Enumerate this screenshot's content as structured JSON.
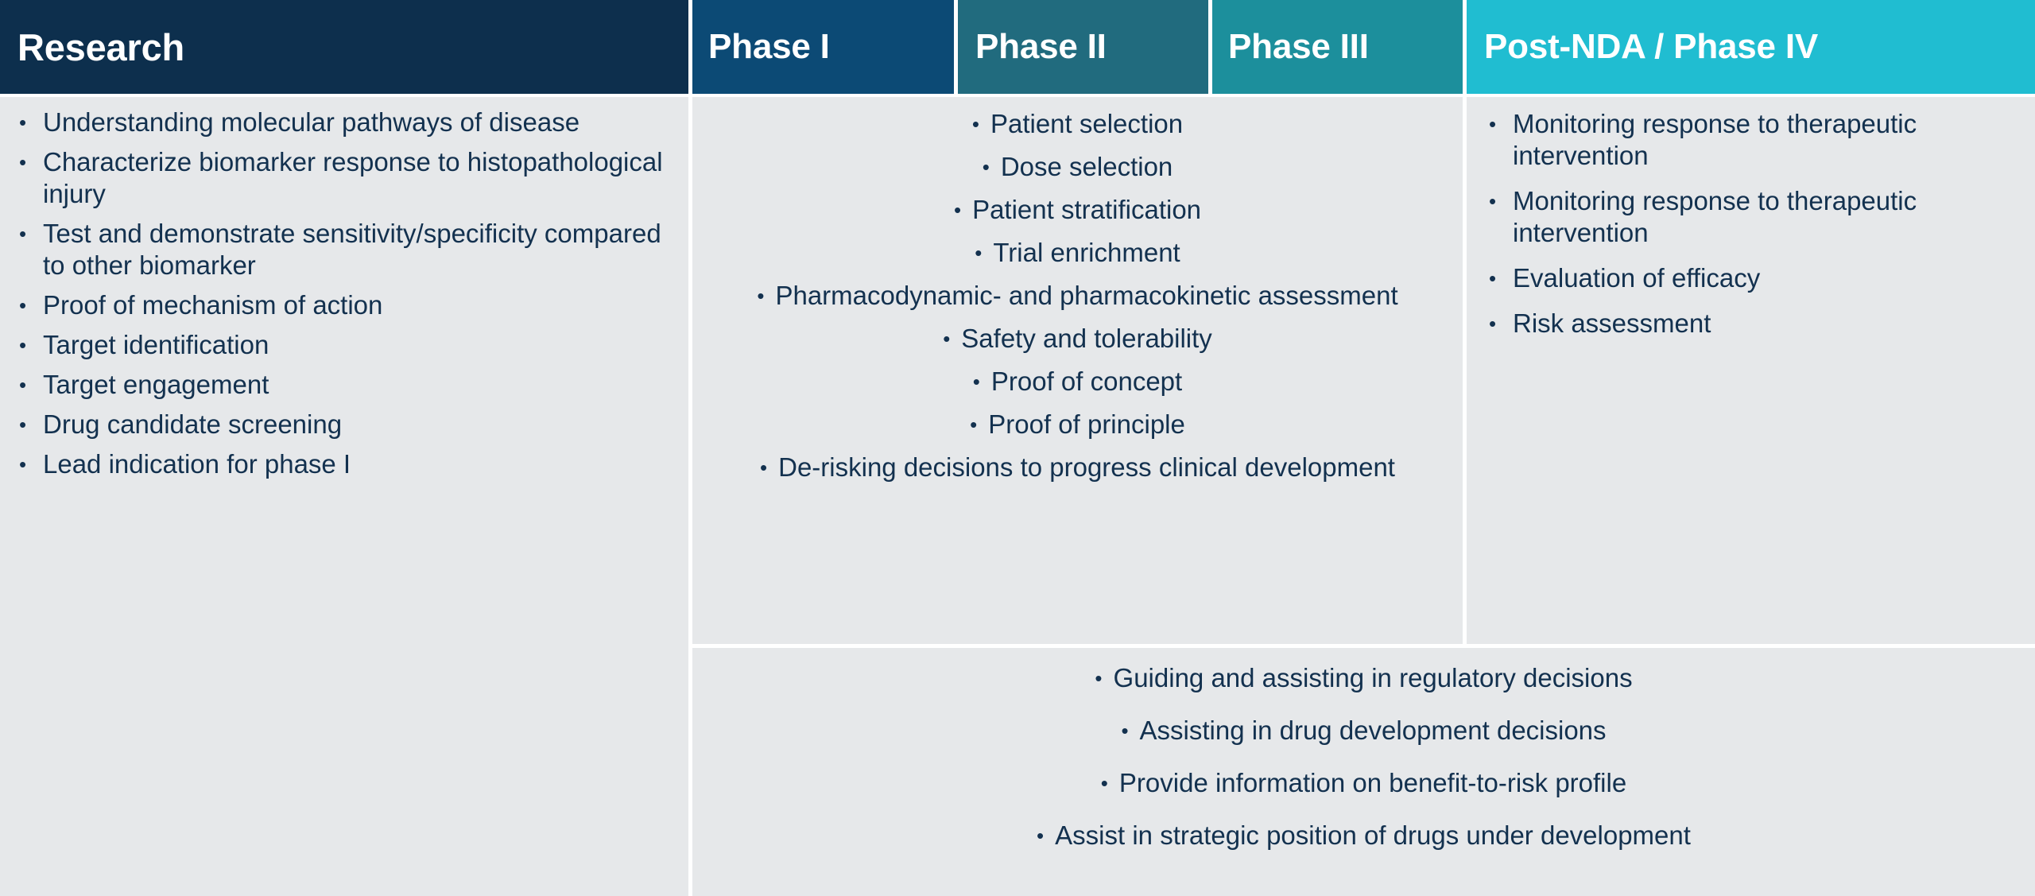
{
  "header": {
    "columns": [
      {
        "label": "Research",
        "color": "#0d2f4d"
      },
      {
        "label": "Phase I",
        "color": "#0c4a75"
      },
      {
        "label": "Phase II",
        "color": "#216b7e"
      },
      {
        "label": "Phase III",
        "color": "#1c8f9c"
      },
      {
        "label": "Post-NDA / Phase IV",
        "color": "#20bdd1"
      }
    ]
  },
  "bullet_glyph": "•",
  "body": {
    "background": "#e6e8ea",
    "text_color": "#13314f",
    "research": {
      "items": [
        "Understanding molecular pathways of disease",
        " Characterize biomarker response to histopathological injury",
        "Test and demonstrate sensitivity/specificity compared to other biomarker",
        "Proof of mechanism of action",
        "Target identification",
        "Target engagement",
        "Drug candidate screening",
        "Lead indication for phase I"
      ]
    },
    "clinical_phases": {
      "items": [
        "Patient selection",
        "Dose selection",
        "Patient stratification",
        "Trial enrichment",
        "Pharmacodynamic- and pharmacokinetic assessment",
        "Safety and tolerability",
        "Proof of concept",
        "Proof of principle",
        "De-risking decisions to progress clinical development"
      ]
    },
    "post_nda": {
      "items": [
        "Monitoring response to therapeutic intervention",
        "Monitoring response to therapeutic intervention",
        "Evaluation of efficacy",
        "Risk assessment"
      ]
    },
    "shared_bottom": {
      "items": [
        "Guiding and assisting in regulatory decisions",
        "Assisting in drug development decisions",
        "Provide information on benefit-to-risk profile",
        "Assist in strategic position of drugs under development"
      ]
    }
  }
}
